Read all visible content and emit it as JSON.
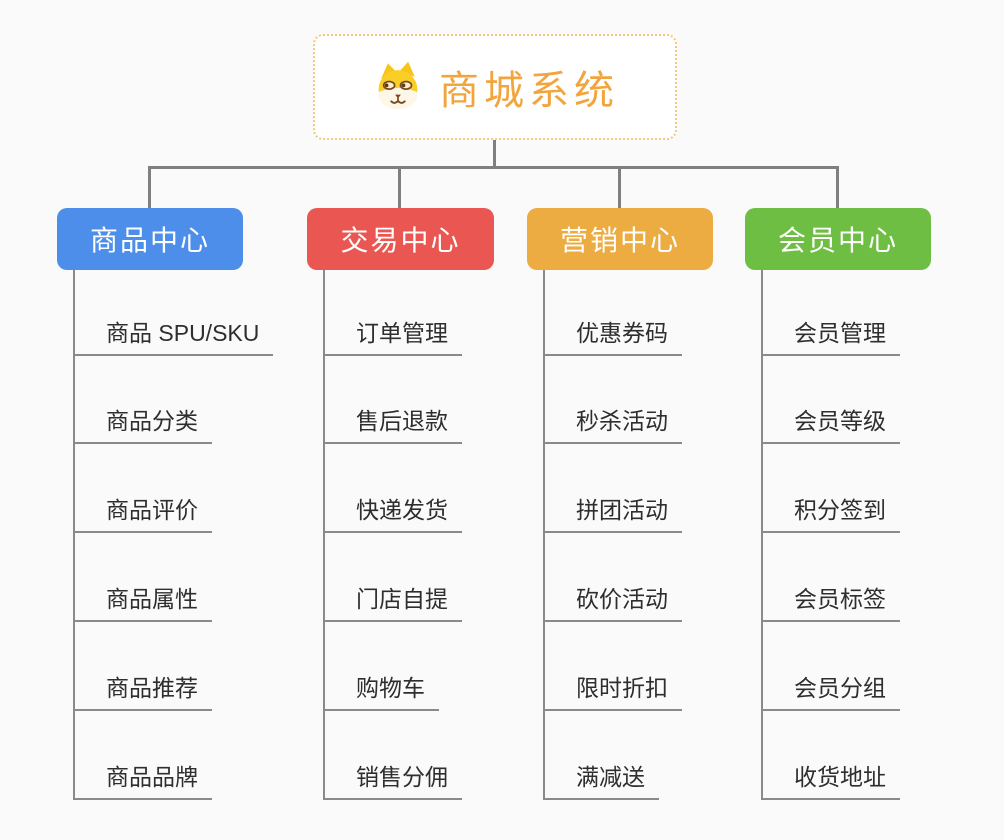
{
  "page": {
    "background_color": "#fafafa",
    "connector_color": "#7f7f7f",
    "child_line_color": "#8a8a8a"
  },
  "root": {
    "title": "商城系统",
    "icon": "dog-face-icon",
    "text_color": "#f2a43d",
    "border_color": "#efc97e"
  },
  "tree": {
    "columns": [
      {
        "label": "商品中心",
        "color": "#4c8ee9",
        "items": [
          "商品 SPU/SKU",
          "商品分类",
          "商品评价",
          "商品属性",
          "商品推荐",
          "商品品牌"
        ]
      },
      {
        "label": "交易中心",
        "color": "#ea5752",
        "items": [
          "订单管理",
          "售后退款",
          "快递发货",
          "门店自提",
          "购物车",
          "销售分佣"
        ]
      },
      {
        "label": "营销中心",
        "color": "#ecac41",
        "items": [
          "优惠券码",
          "秒杀活动",
          "拼团活动",
          "砍价活动",
          "限时折扣",
          "满减送"
        ]
      },
      {
        "label": "会员中心",
        "color": "#6fbe44",
        "items": [
          "会员管理",
          "会员等级",
          "积分签到",
          "会员标签",
          "会员分组",
          "收货地址"
        ]
      }
    ]
  }
}
